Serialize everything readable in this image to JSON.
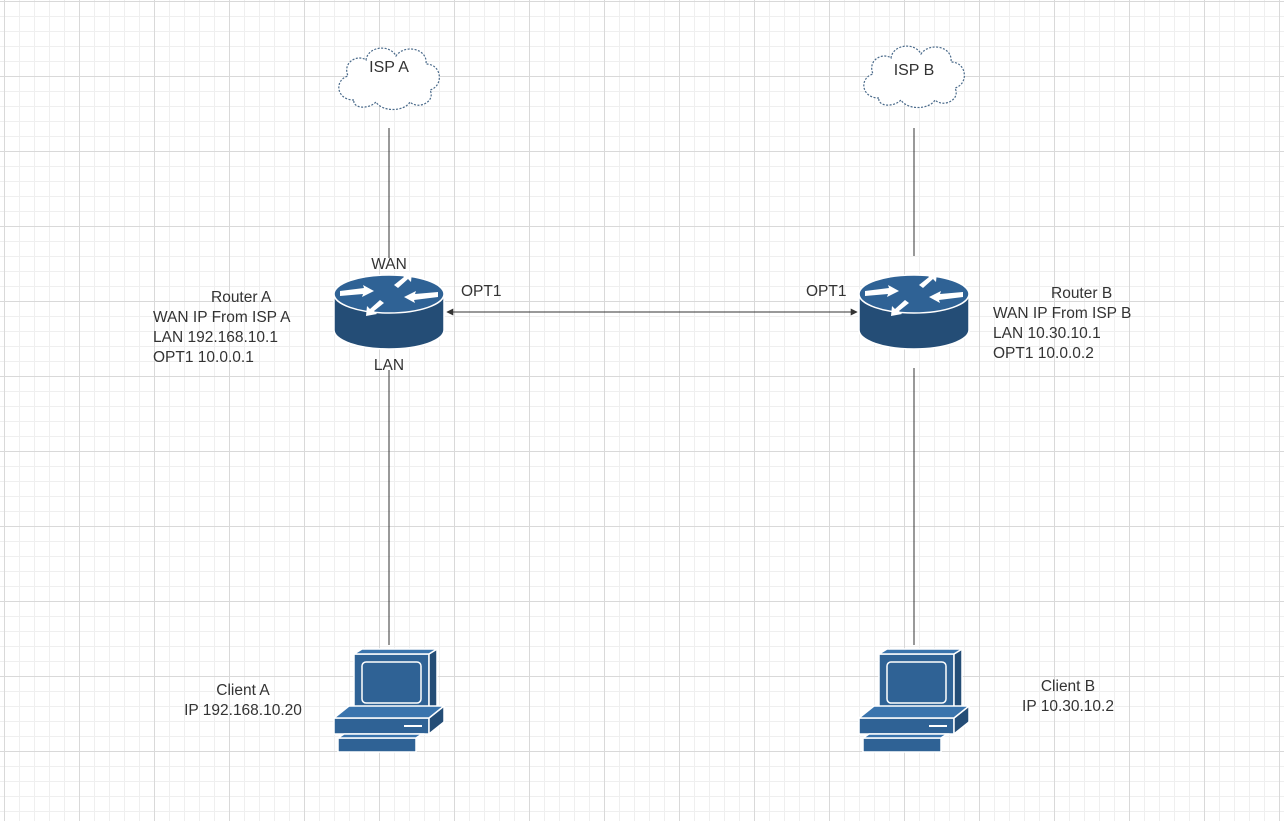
{
  "nodes": {
    "isp_a": {
      "label": "ISP A"
    },
    "isp_b": {
      "label": "ISP B"
    },
    "router_a": {
      "name": "Router A",
      "details": [
        "WAN IP From ISP A",
        "LAN 192.168.10.1",
        "OPT1 10.0.0.1"
      ],
      "port_wan": "WAN",
      "port_lan": "LAN",
      "port_opt1": "OPT1"
    },
    "router_b": {
      "name": "Router B",
      "details": [
        "WAN IP From ISP B",
        "LAN 10.30.10.1",
        "OPT1 10.0.0.2"
      ],
      "port_opt1": "OPT1"
    },
    "client_a": {
      "name": "Client A",
      "ip": "IP 192.168.10.20"
    },
    "client_b": {
      "name": "Client B",
      "ip": "IP 10.30.10.2"
    }
  },
  "colors": {
    "device_fill": "#2f6295",
    "device_dark": "#244d76",
    "line": "#333333"
  }
}
